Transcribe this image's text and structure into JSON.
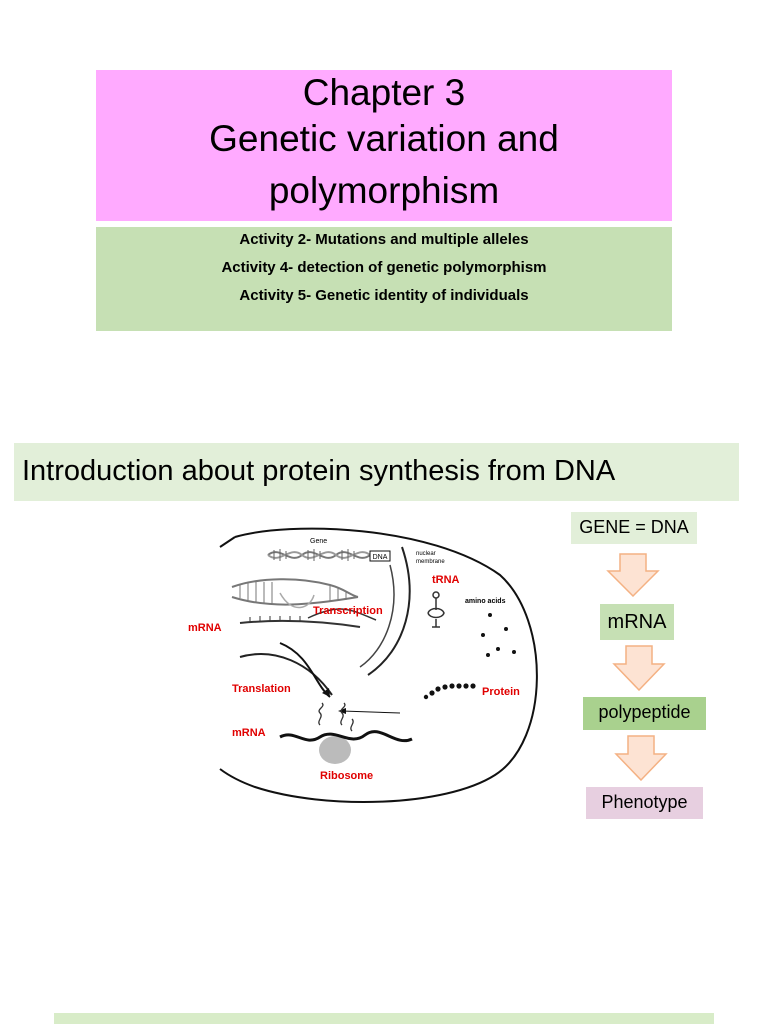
{
  "title_slide": {
    "line1": "Chapter 3",
    "line2": "Genetic variation and",
    "line3": "polymorphism"
  },
  "activities": [
    "Activity 2- Mutations and multiple alleles",
    "Activity 4- detection of genetic polymorphism",
    "Activity 5- Genetic identity of individuals"
  ],
  "intro_title": "Introduction about protein synthesis from DNA",
  "diagram": {
    "gene": "Gene",
    "dna": "DNA",
    "nuclear_membrane_1": "nuclear",
    "nuclear_membrane_2": "membrane",
    "trna": "tRNA",
    "amino_acids": "amino acids",
    "transcription": "Transcription",
    "mrna_top": "mRNA",
    "translation": "Translation",
    "protein": "Protein",
    "mrna_bottom": "mRNA",
    "ribosome": "Ribosome"
  },
  "flow": {
    "gene_dna": "GENE = DNA",
    "mrna": "mRNA",
    "polypeptide": "polypeptide",
    "phenotype": "Phenotype"
  },
  "colors": {
    "title_bg": "#ffaaff",
    "activities_bg": "#c6e0b4",
    "intro_bg": "#e2efd9",
    "arrow_fill": "#fde3d3",
    "arrow_stroke": "#f4b183",
    "label_red": "#e00000"
  }
}
